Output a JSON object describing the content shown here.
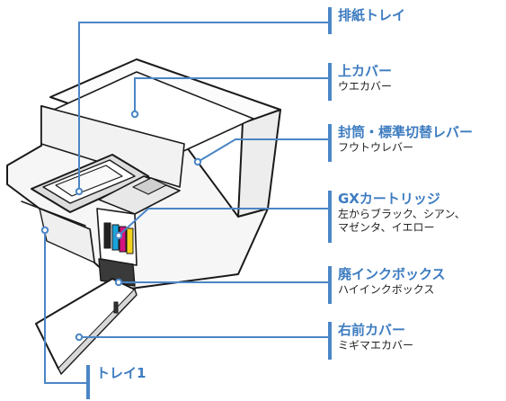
{
  "labels": {
    "paper_output_tray": {
      "title": "排紙トレイ"
    },
    "top_cover": {
      "title": "上カバー",
      "reading": "ウエカバー"
    },
    "envelope_lever": {
      "title": "封筒・標準切替レバー",
      "reading": "フウトウレバー"
    },
    "gx_cartridge": {
      "title": "GXカートリッジ",
      "desc_line1": "左からブラック、シアン、",
      "desc_line2": "マゼンタ、イエロー"
    },
    "waste_ink_box": {
      "title": "廃インクボックス",
      "reading": "ハイインクボックス"
    },
    "right_front_cover": {
      "title": "右前カバー",
      "reading": "ミギマエカバー"
    },
    "tray1": {
      "title": "トレイ1"
    }
  },
  "colors": {
    "accent": "#4a86c6",
    "label_text": "#3d7cc0",
    "ink_black": "#222222",
    "ink_cyan": "#17a3d8",
    "ink_magenta": "#d4147f",
    "ink_yellow": "#f4d31c"
  }
}
